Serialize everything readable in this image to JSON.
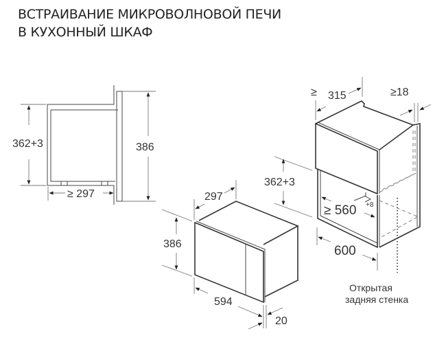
{
  "title": {
    "line1": "ВСТРАИВАНИЕ МИКРОВОЛНОВОЙ ПЕЧИ",
    "line2": "В КУХОННЫЙ ШКАФ"
  },
  "side_view": {
    "niche_height": "362+3",
    "total_height": "386",
    "depth": "≥ 297"
  },
  "microwave": {
    "depth": "297",
    "height": "386",
    "width": "594",
    "door_thickness": "20"
  },
  "cabinet": {
    "depth_prefix": "≥",
    "depth": "315",
    "wall_thickness": "≥18",
    "niche_height": "362+3",
    "niche_width": "≥ 560",
    "niche_width_tolerance": "+8",
    "width": "600",
    "note_line1": "Открытая",
    "note_line2": "задняя стенка"
  }
}
